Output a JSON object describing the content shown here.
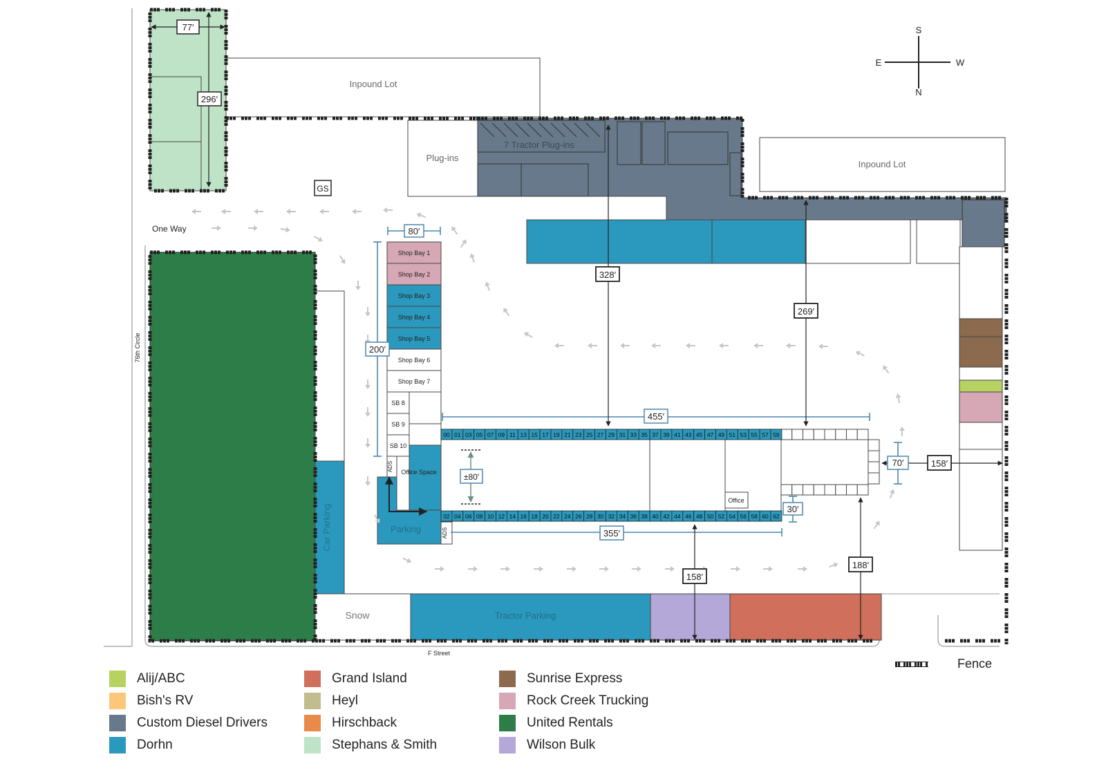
{
  "colors": {
    "alij": "#b8d262",
    "bishs_rv": "#fcc77a",
    "custom_diesel": "#67798a",
    "dorhn": "#2b99bd",
    "grand_island": "#d06f5c",
    "heyl": "#c2bd8f",
    "hirschback": "#ea8a4a",
    "stephans_smith": "#bfe3c6",
    "sunrise": "#8b6a4e",
    "rock_creek": "#d6a7b5",
    "united_rentals": "#2d7d49",
    "wilson_bulk": "#b3a8d8"
  },
  "compass": {
    "s": "S",
    "e": "E",
    "w": "W",
    "n": "N"
  },
  "areas": {
    "inpound_lot_top": "Inpound Lot",
    "inpound_lot_right": "Inpound Lot",
    "plug_ins": "Plug-ins",
    "tractor_plug_ins": "7 Tractor Plug-ins",
    "gs": "GS",
    "one_way": "One Way",
    "street_side": "76th Circle",
    "street_bottom": "F Street",
    "car_parking": "Car Parking",
    "snow": "Snow",
    "tractor_parking": "Tractor Parking",
    "parking": "Parking",
    "office_space": "Office Space",
    "office": "Office",
    "ads_top": "ADS",
    "ads_bottom": "ADS"
  },
  "shop_bays": [
    "Shop Bay 1",
    "Shop Bay 2",
    "Shop Bay 3",
    "Shop Bay 4",
    "Shop Bay 5",
    "Shop Bay 6",
    "Shop Bay 7",
    "SB 8",
    "SB 9",
    "SB 10"
  ],
  "doors_top": [
    "00",
    "01",
    "03",
    "05",
    "07",
    "09",
    "11",
    "13",
    "15",
    "17",
    "19",
    "21",
    "23",
    "25",
    "27",
    "29",
    "31",
    "33",
    "35",
    "37",
    "39",
    "41",
    "43",
    "45",
    "47",
    "49",
    "51",
    "53",
    "55",
    "57",
    "59"
  ],
  "doors_bottom": [
    "02",
    "04",
    "06",
    "08",
    "10",
    "12",
    "14",
    "16",
    "18",
    "20",
    "22",
    "24",
    "26",
    "28",
    "30",
    "32",
    "34",
    "36",
    "38",
    "40",
    "42",
    "44",
    "46",
    "48",
    "50",
    "52",
    "54",
    "56",
    "58",
    "60",
    "62"
  ],
  "dimensions": {
    "d77": "77′",
    "d296": "296′",
    "d80": "80′",
    "d200": "200′",
    "d328": "328′",
    "d269": "269′",
    "d455": "455′",
    "d80b": "±80′",
    "d70": "70′",
    "d158r": "158′",
    "d30": "30′",
    "d355": "355′",
    "d158b": "158′",
    "d188": "188′"
  },
  "legend": {
    "items": [
      {
        "label": "Alij/ABC",
        "color": "#b8d262"
      },
      {
        "label": "Bish's RV",
        "color": "#fcc77a"
      },
      {
        "label": "Custom Diesel Drivers",
        "color": "#67798a"
      },
      {
        "label": "Dorhn",
        "color": "#2b99bd"
      },
      {
        "label": "Grand Island",
        "color": "#d06f5c"
      },
      {
        "label": "Heyl",
        "color": "#c2bd8f"
      },
      {
        "label": "Hirschback",
        "color": "#ea8a4a"
      },
      {
        "label": "Stephans & Smith",
        "color": "#bfe3c6"
      },
      {
        "label": "Sunrise Express",
        "color": "#8b6a4e"
      },
      {
        "label": "Rock Creek Trucking",
        "color": "#d6a7b5"
      },
      {
        "label": "United Rentals",
        "color": "#2d7d49"
      },
      {
        "label": "Wilson Bulk",
        "color": "#b3a8d8"
      }
    ],
    "fence_label": "Fence"
  }
}
